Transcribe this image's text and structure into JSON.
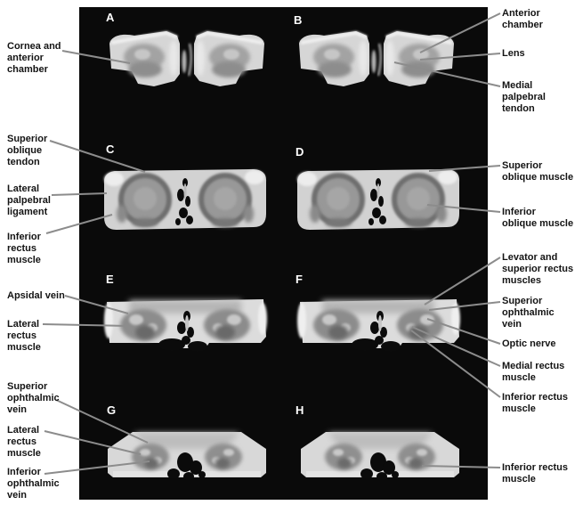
{
  "figure": {
    "type": "labeled-ct-scan-figure",
    "description_visible": false,
    "colors": {
      "background": "#000000",
      "page": "#ffffff",
      "label_text": "#141414",
      "leader_line": "#8c8c8c",
      "panel_letter": "#ffffff",
      "scan_base": "#d6d6d6"
    },
    "panels": [
      {
        "letter": "A"
      },
      {
        "letter": "B"
      },
      {
        "letter": "C"
      },
      {
        "letter": "D"
      },
      {
        "letter": "E"
      },
      {
        "letter": "F"
      },
      {
        "letter": "G"
      },
      {
        "letter": "H"
      }
    ],
    "left_labels": [
      {
        "id": "cornea-and-anterior-chamber",
        "text": "Cornea and\nanterior\nchamber"
      },
      {
        "id": "superior-oblique-tendon",
        "text": "Superior\noblique\ntendon"
      },
      {
        "id": "lateral-palpebral-ligament",
        "text": "Lateral\npalpebral\nligament"
      },
      {
        "id": "inferior-rectus-muscle",
        "text": "Inferior\nrectus\nmuscle"
      },
      {
        "id": "apsidal-vein",
        "text": "Apsidal vein"
      },
      {
        "id": "lateral-rectus-muscle",
        "text": "Lateral\nrectus\nmuscle"
      },
      {
        "id": "superior-ophthalmic-vein",
        "text": "Superior\nophthalmic\nvein"
      },
      {
        "id": "lateral-rectus-muscle-2",
        "text": "Lateral\nrectus\nmuscle"
      },
      {
        "id": "inferior-ophthalmic-vein",
        "text": "Inferior\nophthalmic\nvein"
      }
    ],
    "right_labels": [
      {
        "id": "anterior-chamber",
        "text": "Anterior\nchamber"
      },
      {
        "id": "lens",
        "text": "Lens"
      },
      {
        "id": "medial-palpebral-tendon",
        "text": "Medial\npalpebral\ntendon"
      },
      {
        "id": "superior-oblique-muscle",
        "text": "Superior\noblique muscle"
      },
      {
        "id": "inferior-oblique-muscle",
        "text": "Inferior\noblique muscle"
      },
      {
        "id": "levator-and-superior-rectus-muscles",
        "text": "Levator and\nsuperior rectus\nmuscles"
      },
      {
        "id": "superior-ophthalmic-vein",
        "text": "Superior\nophthalmic\nvein"
      },
      {
        "id": "optic-nerve",
        "text": "Optic nerve"
      },
      {
        "id": "medial-rectus-muscle",
        "text": "Medial rectus\nmuscle"
      },
      {
        "id": "inferior-rectus-muscle",
        "text": "Inferior rectus\nmuscle"
      },
      {
        "id": "inferior-rectus-muscle-h",
        "text": "Inferior rectus\nmuscle"
      }
    ]
  }
}
